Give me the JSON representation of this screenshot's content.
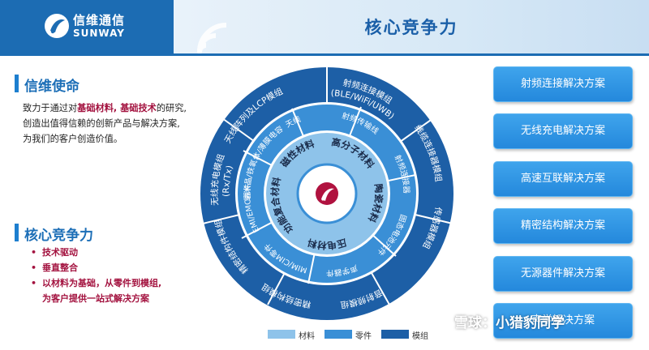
{
  "header": {
    "logo_cn": "信维通信",
    "logo_en": "SUNWAY",
    "title": "核心竞争力"
  },
  "mission": {
    "title": "信维使命",
    "line1_pre": "致力于通过对",
    "line1_b1": "基础材料",
    "line1_sep": ", ",
    "line1_b2": "基础技术",
    "line1_post": "的研究,",
    "line2": "创造出值得信赖的创新产品与解决方案,",
    "line3": "为我们的客户创造价值。"
  },
  "core": {
    "title": "核心竞争力",
    "items": [
      "技术驱动",
      "垂直整合",
      "以材料为基础，从零件到模组,",
      "为客户提供一站式解决方案"
    ]
  },
  "ring": {
    "modules": [
      "天线阵列及LCP模组",
      "射频连接模组",
      "(BLE/WiFi/UWB)",
      "线缆连接器模组",
      "传感器模组",
      "音射频模组",
      "精密结构模组",
      "精密结构件模组",
      "无线充电模组",
      "(Rx/Tx)"
    ],
    "parts": [
      "天线",
      "射频传输线",
      "射频连接器",
      "EMI/EMC器件",
      "纳米晶/铁氧体/薄膜电容",
      "固态电池元件",
      "声学器件",
      "MIM/CIM零件"
    ],
    "materials": [
      "磁性材料",
      "高分子材料",
      "陶瓷材料",
      "压电材料",
      "功能复合材料"
    ]
  },
  "solutions": [
    "射频连接解决方案",
    "无线充电解决方案",
    "高速互联解决方案",
    "精密结构解决方案",
    "无源器件解决方案",
    "声学解决方案"
  ],
  "legend": [
    "材料",
    "零件",
    "模组"
  ],
  "colors": {
    "brand_blue": "#1c6cb3",
    "accent_red": "#a3123f",
    "ring_outer": "#1d5fa6",
    "ring_middle": "#3a8fd6",
    "ring_inner": "#8ec3ea",
    "button_blue": "#2b8ee0"
  },
  "watermark": "雪球：小猎豹同学"
}
